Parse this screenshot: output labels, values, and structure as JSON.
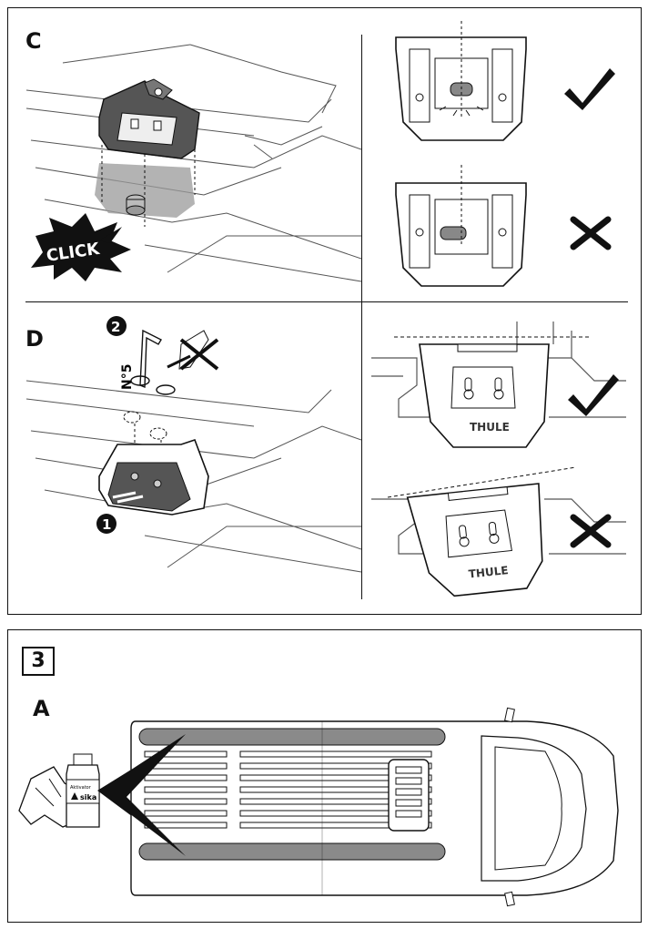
{
  "panel_top": {
    "label_c": "C",
    "label_d": "D",
    "click_text": "CLICK",
    "tool_size": "N°5",
    "step_1": "1",
    "step_2": "2",
    "brand": "THULE"
  },
  "panel_bottom": {
    "step_number": "3",
    "label_a": "A",
    "bottle_brand": "sika",
    "bottle_small_text": "Aktivator"
  }
}
